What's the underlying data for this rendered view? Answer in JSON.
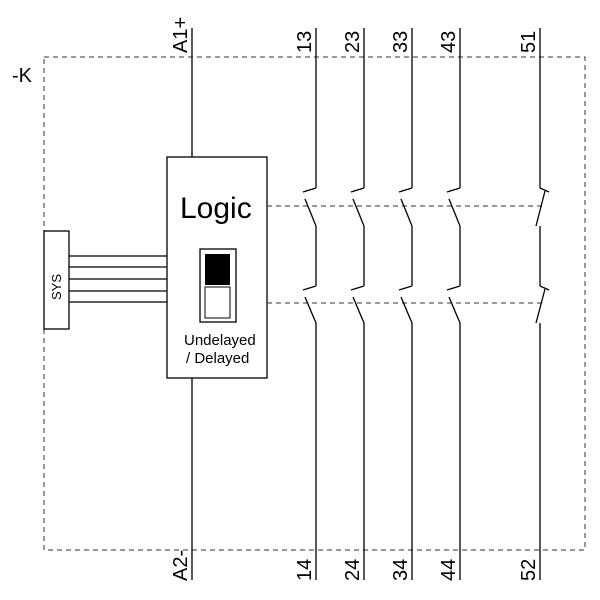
{
  "device_tag": "-K",
  "logic": {
    "title": "Logic",
    "switch_label_1": "Undelayed",
    "switch_label_2": "/ Delayed"
  },
  "sys_label": "SYS",
  "coil": {
    "top_label": "A1+",
    "bottom_label": "A2-"
  },
  "contacts": [
    {
      "top": "13",
      "bottom": "14",
      "kind": "NO"
    },
    {
      "top": "23",
      "bottom": "24",
      "kind": "NO"
    },
    {
      "top": "33",
      "bottom": "34",
      "kind": "NO"
    },
    {
      "top": "43",
      "bottom": "44",
      "kind": "NO"
    },
    {
      "top": "51",
      "bottom": "52",
      "kind": "NC"
    }
  ]
}
